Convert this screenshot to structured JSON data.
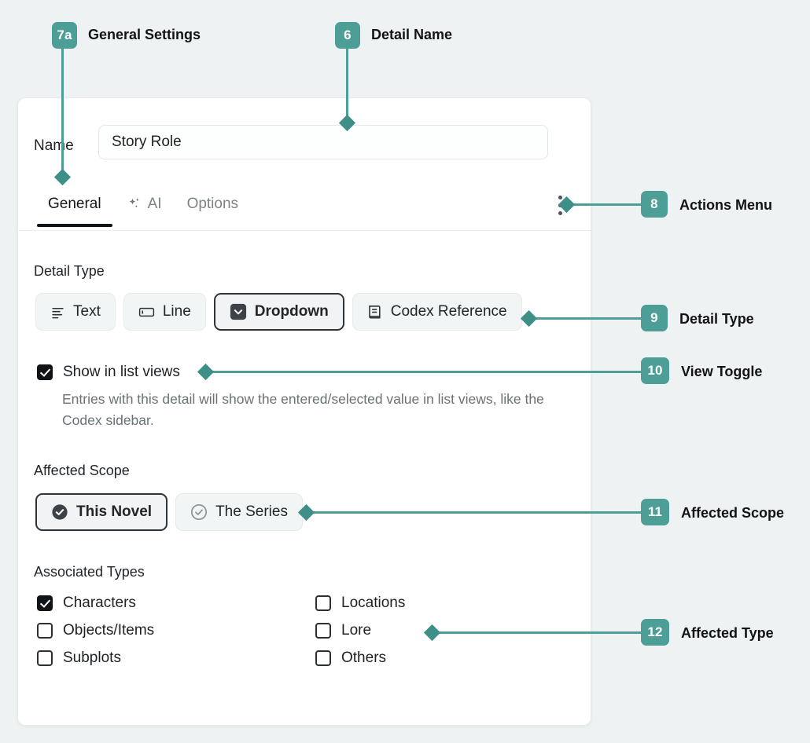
{
  "annotations": [
    {
      "num": "7a",
      "label": "General Settings"
    },
    {
      "num": "6",
      "label": "Detail Name"
    },
    {
      "num": "8",
      "label": "Actions Menu"
    },
    {
      "num": "9",
      "label": "Detail Type"
    },
    {
      "num": "10",
      "label": "View Toggle"
    },
    {
      "num": "11",
      "label": "Affected Scope"
    },
    {
      "num": "12",
      "label": "Affected Type"
    }
  ],
  "colors": {
    "background": "#eef2f3",
    "badge": "#4d9e97",
    "connector": "#4d9e97",
    "highlight_border": "#7fa3ad",
    "highlight_fill": "#e0f2f5",
    "card": "#ffffff",
    "selected_border": "#2f3438"
  },
  "form": {
    "name_label": "Name",
    "name_value": "Story Role",
    "name_placeholder": "Detail name",
    "tabs": [
      {
        "label": "General",
        "icon": "",
        "active": true
      },
      {
        "label": "AI",
        "icon": "sparkle-icon",
        "active": false
      },
      {
        "label": "Options",
        "icon": "",
        "active": false
      }
    ],
    "actions_menu_icon": "kebab-menu-icon",
    "detail_type": {
      "title": "Detail Type",
      "options": [
        {
          "label": "Text",
          "icon": "text-lines-icon",
          "selected": false
        },
        {
          "label": "Line",
          "icon": "text-input-icon",
          "selected": false
        },
        {
          "label": "Dropdown",
          "icon": "dropdown-chevron-icon",
          "selected": true
        },
        {
          "label": "Codex Reference",
          "icon": "book-icon",
          "selected": false
        }
      ]
    },
    "view_toggle": {
      "label": "Show in list views",
      "checked": true,
      "help": "Entries with this detail will show the entered/selected value in list views, like the Codex sidebar."
    },
    "affected_scope": {
      "title": "Affected Scope",
      "options": [
        {
          "label": "This Novel",
          "icon": "check-circle-filled-icon",
          "selected": true
        },
        {
          "label": "The Series",
          "icon": "check-circle-outline-icon",
          "selected": false
        }
      ]
    },
    "associated_types": {
      "title": "Associated Types",
      "left_column": [
        {
          "label": "Characters",
          "checked": true
        },
        {
          "label": "Objects/Items",
          "checked": false
        },
        {
          "label": "Subplots",
          "checked": false
        }
      ],
      "right_column": [
        {
          "label": "Locations",
          "checked": false
        },
        {
          "label": "Lore",
          "checked": false
        },
        {
          "label": "Others",
          "checked": false
        }
      ]
    }
  }
}
